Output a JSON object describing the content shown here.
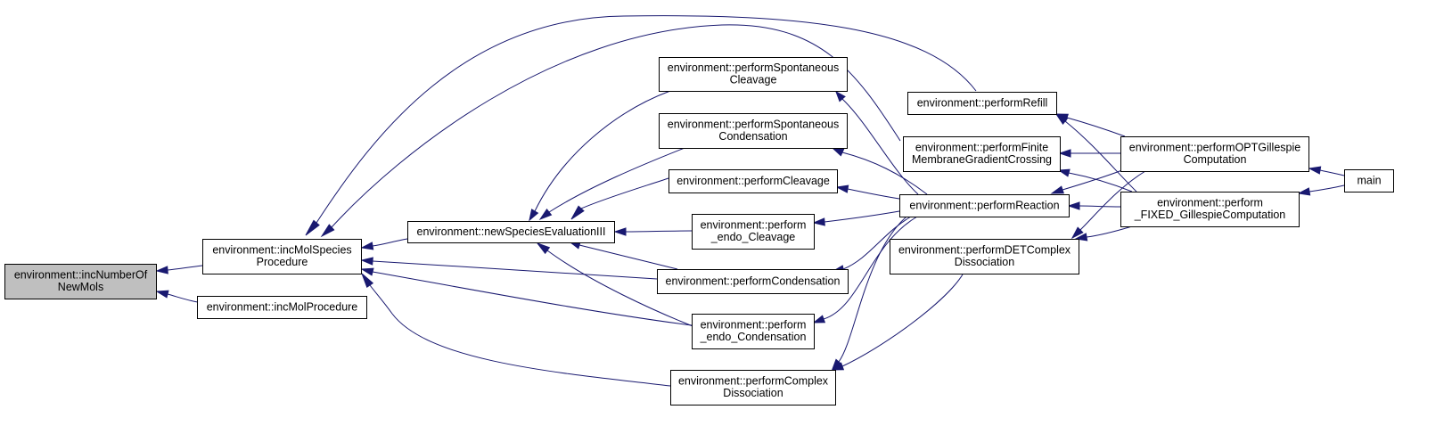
{
  "graph": {
    "nodes": [
      {
        "id": "incNumberOfNewMols",
        "lines": [
          "environment::incNumberOf",
          "NewMols"
        ],
        "root": true
      },
      {
        "id": "incMolSpeciesProcedure",
        "lines": [
          "environment::incMolSpecies",
          "Procedure"
        ]
      },
      {
        "id": "incMolProcedure",
        "lines": [
          "environment::incMolProcedure"
        ]
      },
      {
        "id": "newSpeciesEvaluationIII",
        "lines": [
          "environment::newSpeciesEvaluationIII"
        ]
      },
      {
        "id": "performSpontaneousCleavage",
        "lines": [
          "environment::performSpontaneous",
          "Cleavage"
        ]
      },
      {
        "id": "performSpontaneousCondensation",
        "lines": [
          "environment::performSpontaneous",
          "Condensation"
        ]
      },
      {
        "id": "performCleavage",
        "lines": [
          "environment::performCleavage"
        ]
      },
      {
        "id": "perform_endo_Cleavage",
        "lines": [
          "environment::perform",
          "_endo_Cleavage"
        ]
      },
      {
        "id": "performCondensation",
        "lines": [
          "environment::performCondensation"
        ]
      },
      {
        "id": "perform_endo_Condensation",
        "lines": [
          "environment::perform",
          "_endo_Condensation"
        ]
      },
      {
        "id": "performComplexDissociation",
        "lines": [
          "environment::performComplex",
          "Dissociation"
        ]
      },
      {
        "id": "performRefill",
        "lines": [
          "environment::performRefill"
        ]
      },
      {
        "id": "performFiniteMembraneGradientCrossing",
        "lines": [
          "environment::performFinite",
          "MembraneGradientCrossing"
        ]
      },
      {
        "id": "performReaction",
        "lines": [
          "environment::performReaction"
        ]
      },
      {
        "id": "performDETComplexDissociation",
        "lines": [
          "environment::performDETComplex",
          "Dissociation"
        ]
      },
      {
        "id": "performOPTGillespieComputation",
        "lines": [
          "environment::performOPTGillespie",
          "Computation"
        ]
      },
      {
        "id": "perform_FIXED_GillespieComputation",
        "lines": [
          "environment::perform",
          "_FIXED_GillespieComputation"
        ]
      },
      {
        "id": "main",
        "lines": [
          "main"
        ]
      }
    ],
    "edges": [
      {
        "from": "incMolSpeciesProcedure",
        "to": "incNumberOfNewMols"
      },
      {
        "from": "incMolProcedure",
        "to": "incNumberOfNewMols"
      },
      {
        "from": "newSpeciesEvaluationIII",
        "to": "incMolSpeciesProcedure"
      },
      {
        "from": "performCondensation",
        "to": "incMolSpeciesProcedure"
      },
      {
        "from": "perform_endo_Condensation",
        "to": "incMolSpeciesProcedure"
      },
      {
        "from": "performComplexDissociation",
        "to": "incMolSpeciesProcedure"
      },
      {
        "from": "performRefill",
        "to": "incMolSpeciesProcedure"
      },
      {
        "from": "performFiniteMembraneGradientCrossing",
        "to": "incMolSpeciesProcedure"
      },
      {
        "from": "performSpontaneousCleavage",
        "to": "newSpeciesEvaluationIII"
      },
      {
        "from": "performSpontaneousCondensation",
        "to": "newSpeciesEvaluationIII"
      },
      {
        "from": "performCleavage",
        "to": "newSpeciesEvaluationIII"
      },
      {
        "from": "perform_endo_Cleavage",
        "to": "newSpeciesEvaluationIII"
      },
      {
        "from": "performCondensation",
        "to": "newSpeciesEvaluationIII"
      },
      {
        "from": "perform_endo_Condensation",
        "to": "newSpeciesEvaluationIII"
      },
      {
        "from": "performReaction",
        "to": "performSpontaneousCleavage"
      },
      {
        "from": "performReaction",
        "to": "performSpontaneousCondensation"
      },
      {
        "from": "performReaction",
        "to": "performCleavage"
      },
      {
        "from": "performReaction",
        "to": "perform_endo_Cleavage"
      },
      {
        "from": "performReaction",
        "to": "performCondensation"
      },
      {
        "from": "performReaction",
        "to": "perform_endo_Condensation"
      },
      {
        "from": "performReaction",
        "to": "performComplexDissociation"
      },
      {
        "from": "performDETComplexDissociation",
        "to": "performComplexDissociation"
      },
      {
        "from": "performOPTGillespieComputation",
        "to": "performRefill"
      },
      {
        "from": "perform_FIXED_GillespieComputation",
        "to": "performRefill"
      },
      {
        "from": "performOPTGillespieComputation",
        "to": "performFiniteMembraneGradientCrossing"
      },
      {
        "from": "perform_FIXED_GillespieComputation",
        "to": "performFiniteMembraneGradientCrossing"
      },
      {
        "from": "performOPTGillespieComputation",
        "to": "performReaction"
      },
      {
        "from": "perform_FIXED_GillespieComputation",
        "to": "performReaction"
      },
      {
        "from": "performOPTGillespieComputation",
        "to": "performDETComplexDissociation"
      },
      {
        "from": "perform_FIXED_GillespieComputation",
        "to": "performDETComplexDissociation"
      },
      {
        "from": "main",
        "to": "performOPTGillespieComputation"
      },
      {
        "from": "main",
        "to": "perform_FIXED_GillespieComputation"
      }
    ]
  },
  "colors": {
    "edge": "#191970",
    "node_border": "#000000",
    "node_fill": "#ffffff",
    "root_fill": "#bfbfbf",
    "text": "#000000"
  }
}
